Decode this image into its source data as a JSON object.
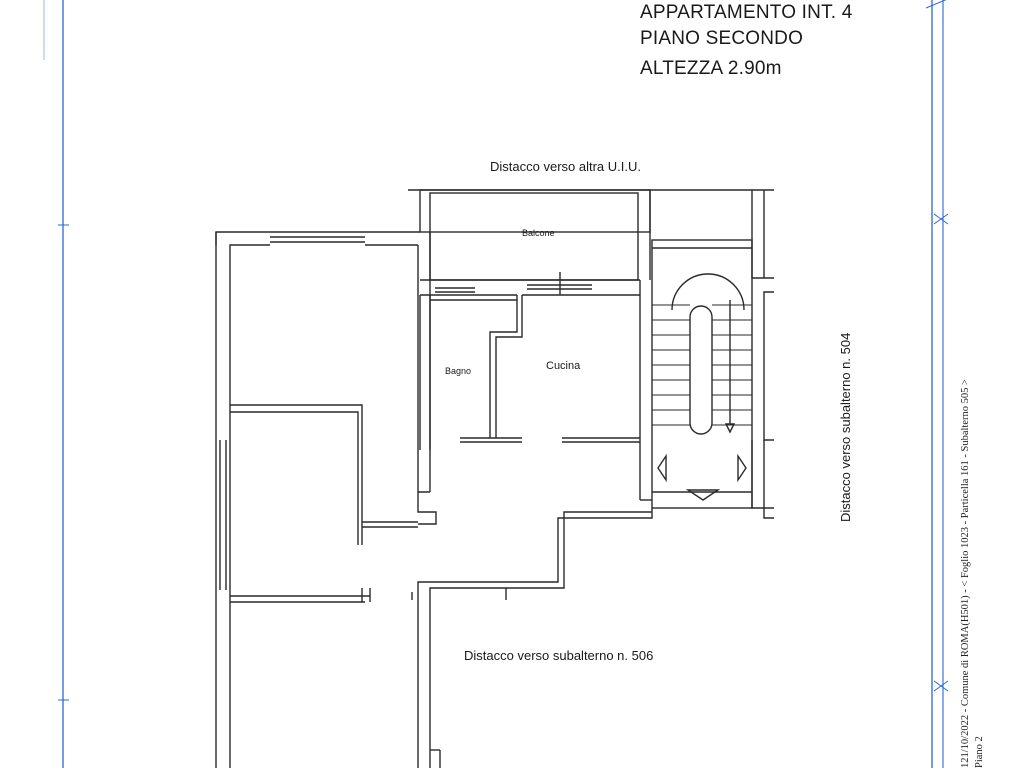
{
  "header": {
    "line1": "APPARTAMENTO INT. 4",
    "line2": "PIANO SECONDO",
    "line3": "ALTEZZA 2.90m"
  },
  "labels": {
    "top": "Distacco verso altra U.I.U.",
    "right": "Distacco verso subalterno n. 504",
    "bottom": "Distacco verso subalterno n. 506"
  },
  "rooms": {
    "balcony": "Balcone",
    "bathroom": "Bagno",
    "kitchen": "Cucina"
  },
  "sidebar": {
    "main": "121/10/2022 - Comune di ROMA(H501) - < Foglio 1023 - Particella 161 - Subalterno 505 >",
    "sub": "Piano 2"
  },
  "colors": {
    "frame": "#1e5ad8",
    "walls": "#2a2a2a"
  }
}
